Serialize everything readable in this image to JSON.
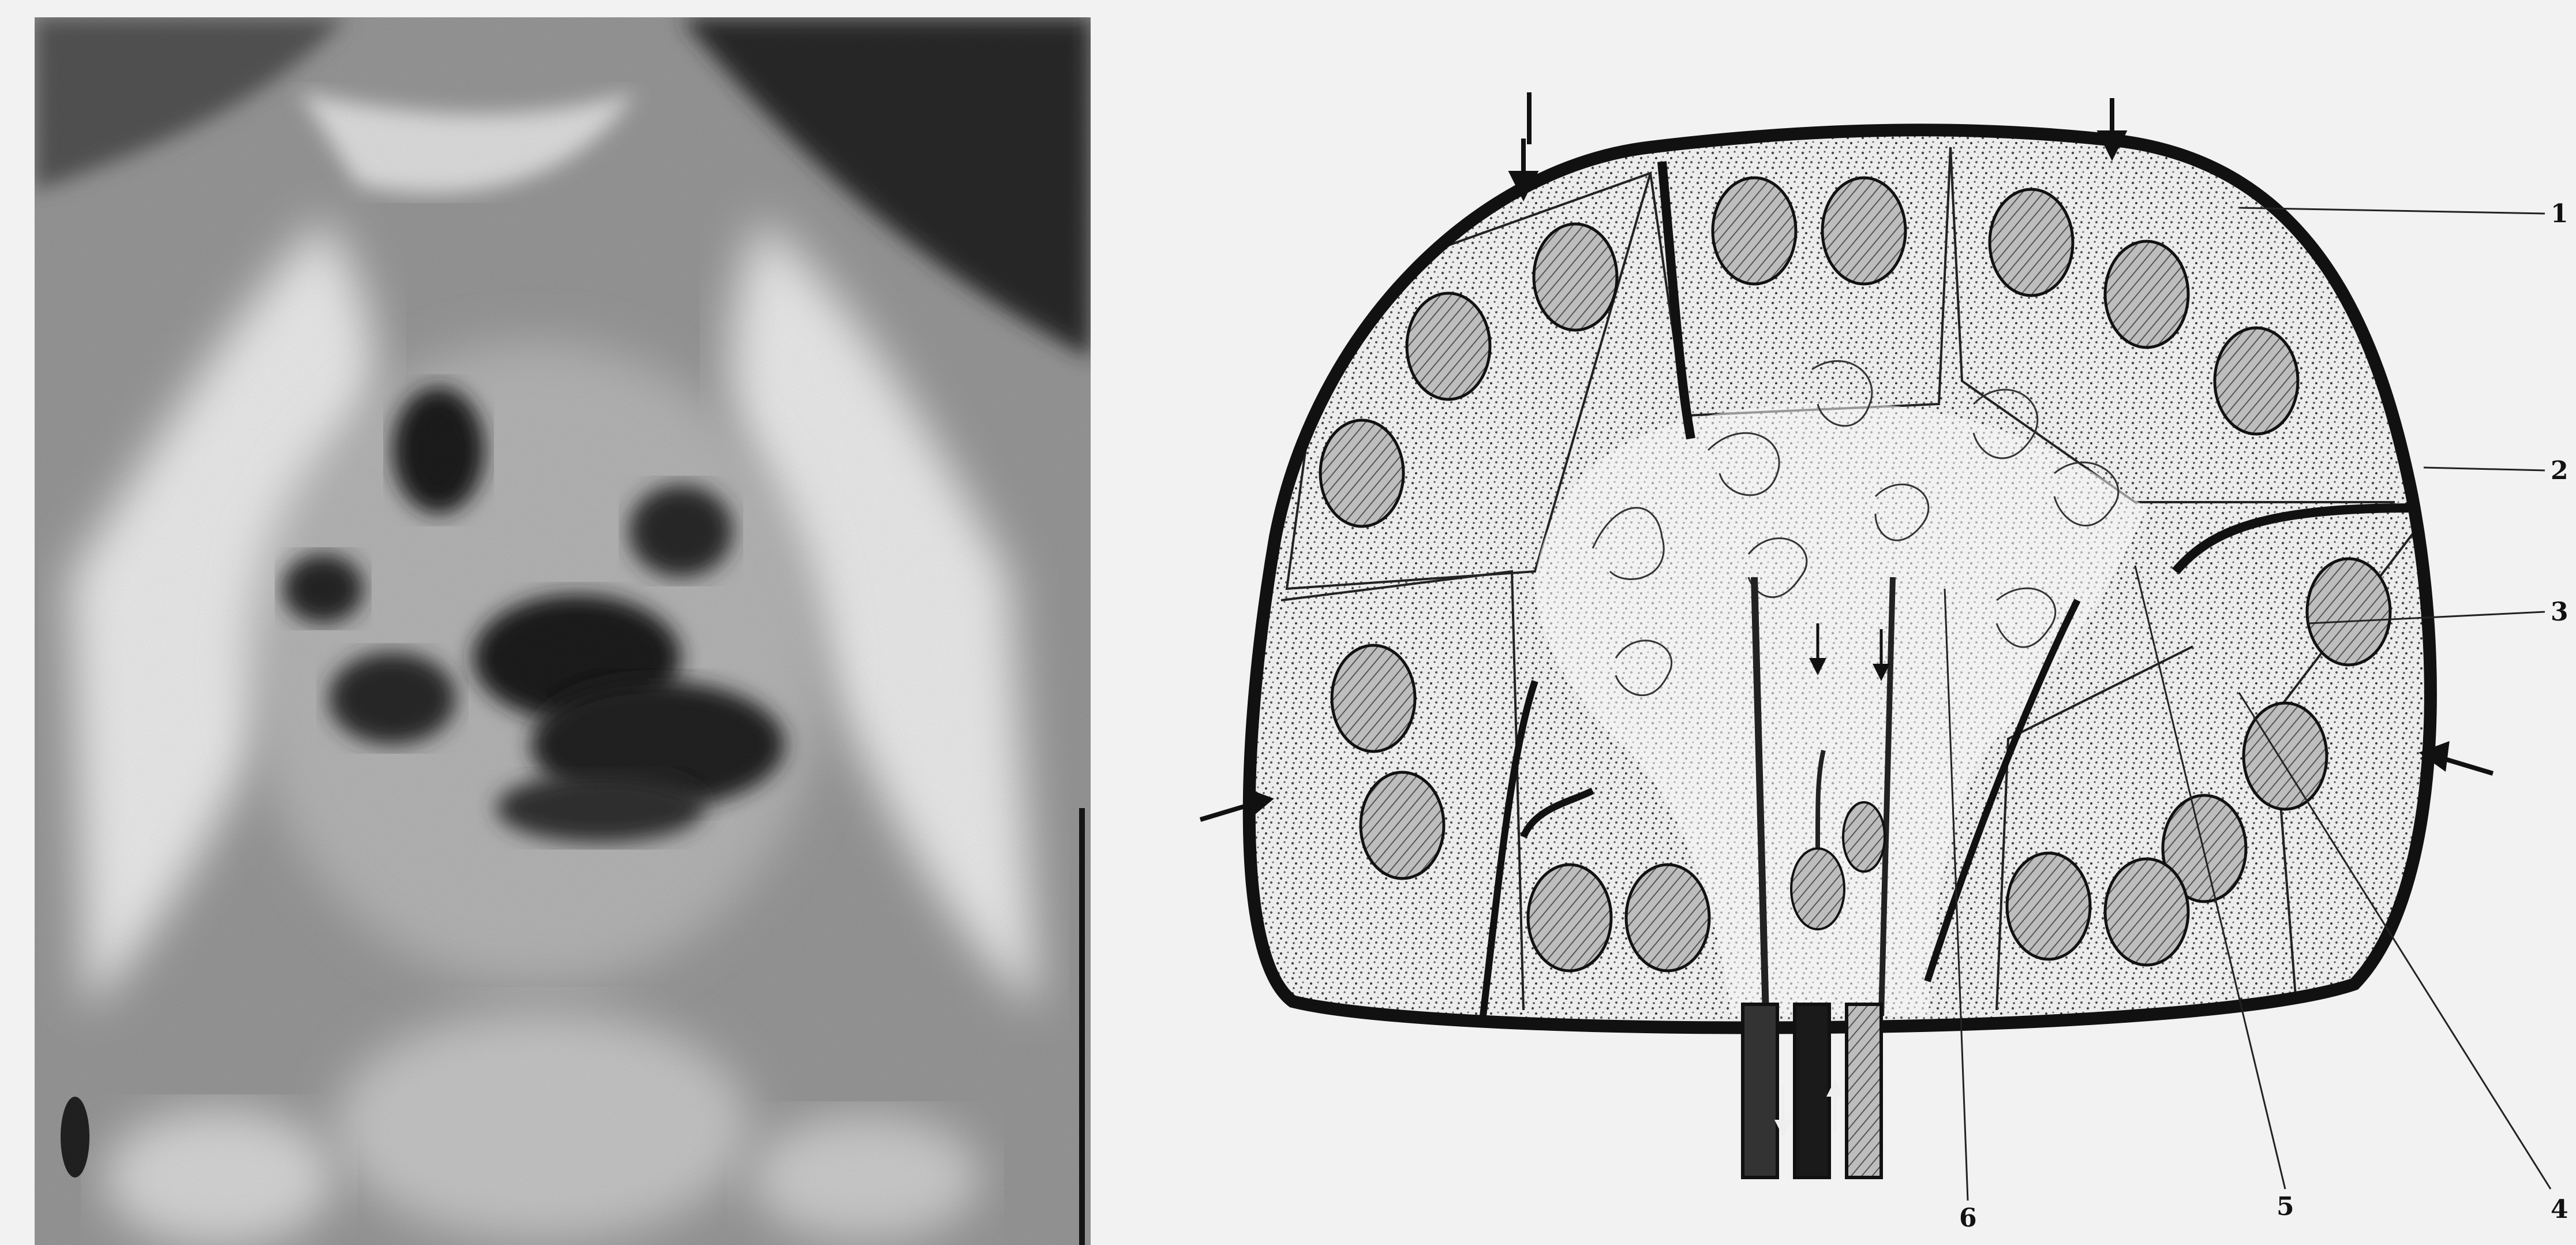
{
  "figure": {
    "photo_panel": {
      "kind": "photograph"
    },
    "diagram_panel": {
      "kind": "schematic cross-section",
      "callouts": [
        {
          "id": "c1",
          "label": "1"
        },
        {
          "id": "c2",
          "label": "2"
        },
        {
          "id": "c3",
          "label": "3"
        },
        {
          "id": "c4",
          "label": "4"
        },
        {
          "id": "c5",
          "label": "5"
        },
        {
          "id": "c6",
          "label": "6"
        }
      ]
    }
  }
}
